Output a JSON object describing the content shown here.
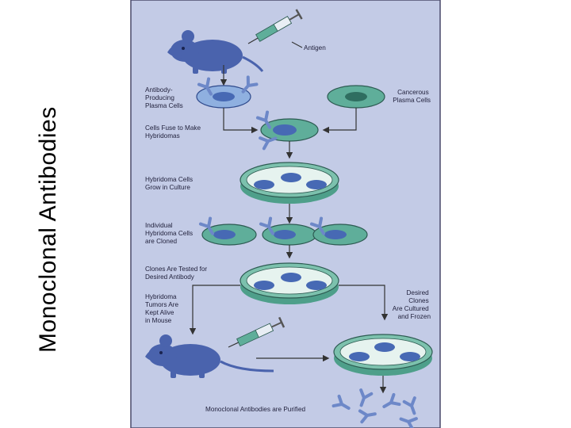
{
  "slide": {
    "title": "Monoclonal Antibodies"
  },
  "diagram": {
    "labels": {
      "antigen": "Antigen",
      "antibody_producing": [
        "Antibody-",
        "Producing",
        "Plasma Cells"
      ],
      "cancerous": [
        "Cancerous",
        "Plasma Cells"
      ],
      "cells_fuse": [
        "Cells Fuse to Make",
        "Hybridomas"
      ],
      "hybridoma_culture": [
        "Hybridoma Cells",
        "Grow in Culture"
      ],
      "individual_cloned": [
        "Individual",
        "Hybridoma Cells",
        "are Cloned"
      ],
      "clones_tested": [
        "Clones Are Tested for",
        "Desired Antibody"
      ],
      "tumors_mouse": [
        "Hybridoma",
        "Tumors Are",
        "Kept Alive",
        "in Mouse"
      ],
      "desired_clones": [
        "Desired",
        "Clones",
        "Are Cultured",
        "and Frozen"
      ],
      "purified": "Monoclonal Antibodies are Purified"
    },
    "colors": {
      "panel_bg": "#c3cbe6",
      "mouse": "#4a63ad",
      "dish_teal": "#5fae9a",
      "cell_blue": "#4769b4",
      "antibody": "#6d88c8",
      "arrow": "#333333"
    }
  }
}
